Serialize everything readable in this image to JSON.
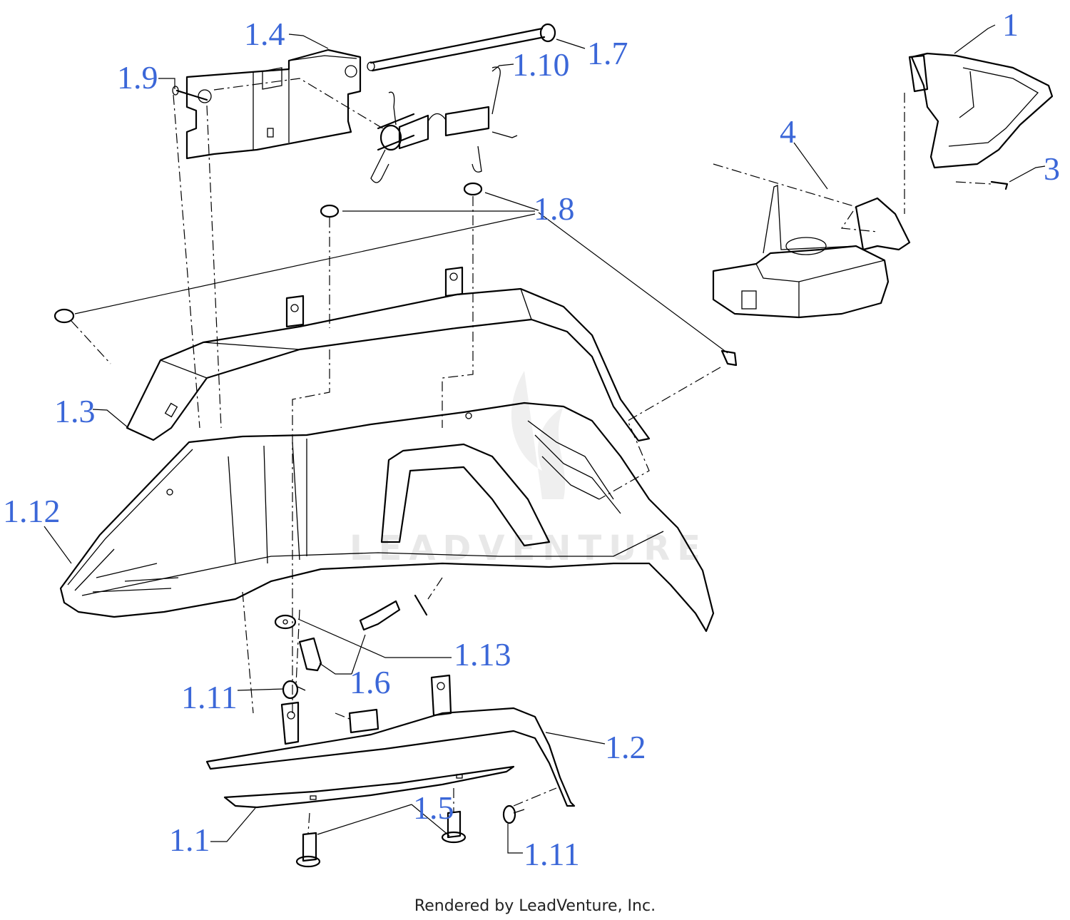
{
  "callouts": {
    "c1": "1",
    "c1_1": "1.1",
    "c1_2": "1.2",
    "c1_3": "1.3",
    "c1_4": "1.4",
    "c1_5": "1.5",
    "c1_6": "1.6",
    "c1_7": "1.7",
    "c1_8": "1.8",
    "c1_9": "1.9",
    "c1_10": "1.10",
    "c1_11a": "1.11",
    "c1_11b": "1.11",
    "c1_12": "1.12",
    "c1_13": "1.13",
    "c3": "3",
    "c4": "4"
  },
  "watermark": "LEADVENTURE",
  "credit": "Rendered by LeadVenture, Inc.",
  "colors": {
    "callout": "#3b67d8",
    "line": "#000000",
    "watermark": "#e8e8e8"
  }
}
